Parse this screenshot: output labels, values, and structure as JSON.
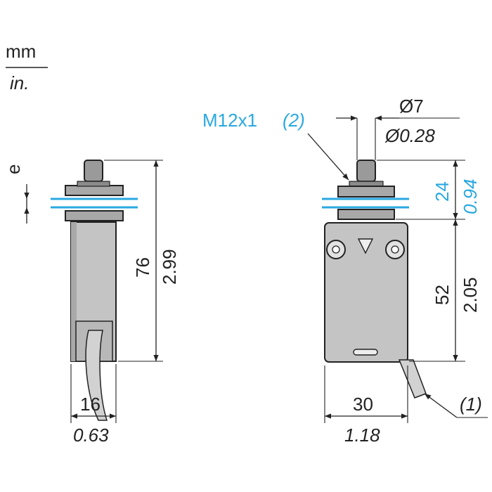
{
  "units": {
    "top": "mm",
    "bottom": "in."
  },
  "side_view": {
    "e_label": "e",
    "height_mm": "76",
    "height_in": "2.99",
    "width_mm": "16",
    "width_in": "0.63"
  },
  "front_view": {
    "thread_label": "M12x1",
    "thread_note": "(2)",
    "diameter_mm": "Ø7",
    "diameter_in": "Ø0.28",
    "plunger_mm": "24",
    "plunger_in": "0.94",
    "body_height_mm": "52",
    "body_height_in": "2.05",
    "width_mm": "30",
    "width_in": "1.18",
    "cable_note": "(1)"
  },
  "colors": {
    "accent": "#2aa8e0",
    "body": "#c4c4c4",
    "line": "#222222"
  }
}
